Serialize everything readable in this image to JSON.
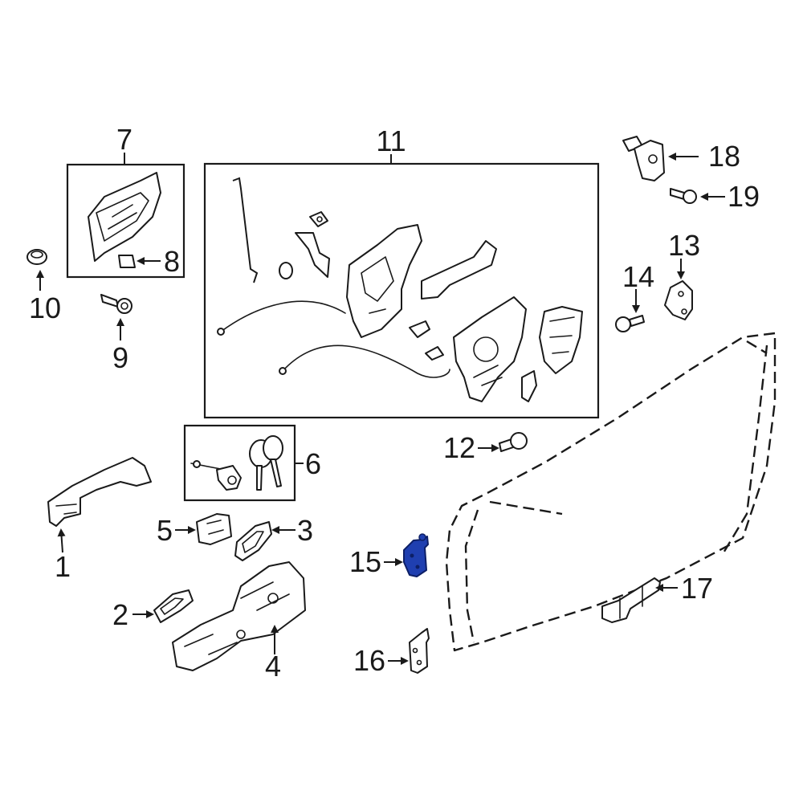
{
  "callouts": {
    "c1": "1",
    "c2": "2",
    "c3": "3",
    "c4": "4",
    "c5": "5",
    "c6": "6",
    "c7": "7",
    "c8": "8",
    "c9": "9",
    "c10": "10",
    "c11": "11",
    "c12": "12",
    "c13": "13",
    "c14": "14",
    "c15": "15",
    "c16": "16",
    "c17": "17",
    "c18": "18",
    "c19": "19"
  },
  "colors": {
    "line": "#1a1a1a",
    "background": "#ffffff",
    "highlight_fill": "#1f3fb0",
    "highlight_stroke": "#0d1f66"
  },
  "highlighted_part": "15"
}
